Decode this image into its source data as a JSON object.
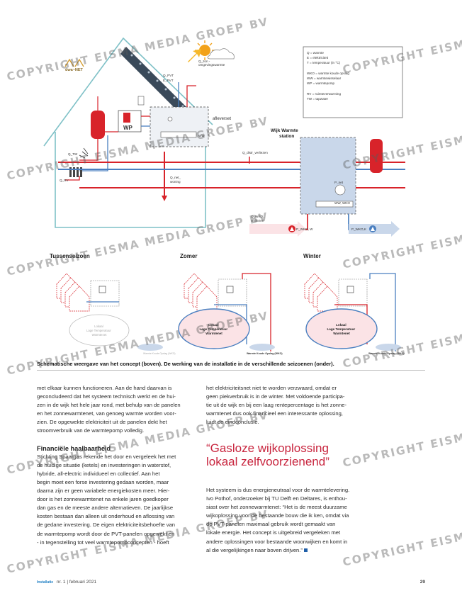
{
  "figure": {
    "legend_lines": [
      "Q = warmte",
      "E = elektriciteit",
      "T = temperatuur (in °C)",
      "WKO = warmte koude opslag",
      "WW = warmtewisselaar",
      "WP = warmtepomp",
      "RV = ruimteverwarming",
      "TW = tapwater"
    ],
    "labels": {
      "q_zon": "Q_zon -",
      "omgeving": "omgevingswarmte",
      "q_pvt": "Q_PVT",
      "e_pvt": "E_PVT",
      "wp": "WP",
      "afleverset": "afleverset",
      "ww": "WW",
      "q_tw": "Q_TW",
      "q_rv": "Q_RV",
      "q_net_1": "Q_net_",
      "q_net_2": "woning",
      "q_distr": "Q_distr_verliezen",
      "station_1": "Wijk Warmte",
      "station_2": "station",
      "p_net": "P_net",
      "ww_wko": "WW, WKO",
      "q_wko_1": "Q_WKO_",
      "q_wko_2": "verliezen",
      "p_wko_w": "P_WKO, W",
      "p_wko_k": "P_WKO,K"
    },
    "logo_text": "dwa~NET",
    "seasons": [
      "Tussenseizoen",
      "Zomer",
      "Winter"
    ],
    "net_label_lines": [
      "Lokaal",
      "Lage Temperatuur",
      "Warmtenet"
    ],
    "wko_label": "Warmte Koude Opslag (WKO)",
    "colors": {
      "hot": "#d8232a",
      "cold": "#4a7fc0",
      "station_fill": "#c9d7ea",
      "net_fill": "#fbe3e6",
      "green_line": "#7fc1c7"
    }
  },
  "caption": "Schematische weergave van het concept (boven). De werking van de installatie in de verschillende seizoenen (onder).",
  "left_col": {
    "intro_lines": [
      "met elkaar kunnen functioneren. Aan de hand daarvan is",
      "geconcludeerd dat het systeem technisch werkt en de hui-",
      "zen in de wijk het hele jaar rond, met behulp van de panelen",
      "en het zonnewarmtenet, van genoeg warmte worden voor-",
      "zien. De opgewekte elektriciteit uit de panelen dekt het",
      "stroomverbruik van de warmtepomp volledig."
    ],
    "heading": "Financiële haalbaarheid",
    "body_lines": [
      "Stichting Spaargas rekende het door en vergeleek het met",
      "de huidige situatie (ketels) en investeringen in waterstof,",
      "hybride, all-electric individueel en collectief. Aan het",
      "begin moet een forse investering gedaan worden, maar",
      "daarna zijn er geen variabele energiekosten meer. Hier-",
      "door is het zonnewarmtenet na enkele jaren goedkoper",
      "dan gas en de meeste andere alternatieven. De jaarlijkse",
      "kosten bestaan dan alleen uit onderhoud en aflossing van",
      "de gedane investering. De eigen elektriciteitsbehoefte van",
      "de warmtepomp wordt door de PVT-panelen opgewekt én",
      "- in tegenstelling tot veel warmtepompconcepten - hoeft"
    ]
  },
  "right_col": {
    "top_lines": [
      "het elektriciteitsnet niet te worden verzwaard, omdat er",
      "geen piekverbruik is in de winter. Met voldoende participa-",
      "tie uit de wijk en bij een laag rentepercentage is het zonne-",
      "warmtenet dus ook financieel een interessante oplossing,",
      "luidt de eindconclusie."
    ],
    "quote_line1": "“Gasloze wijkoplossing",
    "quote_line2": "lokaal zelfvoorzienend”",
    "body_lines": [
      "Het systeem is dus energieneutraal voor de warmtelevering.",
      "Ivo Pothof, onderzoeker bij TU Delft en Deltares, is enthou-",
      "siast over het zonnewarmtenet: “Het is de meest duurzame",
      "wijkoplossing voor de bestaande bouw die ik ken, omdat via",
      "de PVT-panelen maximaal gebruik wordt gemaakt van",
      "lokale energie. Het concept is uitgebreid vergeleken met",
      "andere oplossingen voor bestaande woonwijken en komt in",
      "al die vergelijkingen naar boven drijven.”"
    ]
  },
  "footer": {
    "magazine": "Installatie",
    "issue": "nr. 1 | februari 2021",
    "page": "29"
  },
  "watermark": "COPYRIGHT EISMA MEDIA GROEP BV"
}
